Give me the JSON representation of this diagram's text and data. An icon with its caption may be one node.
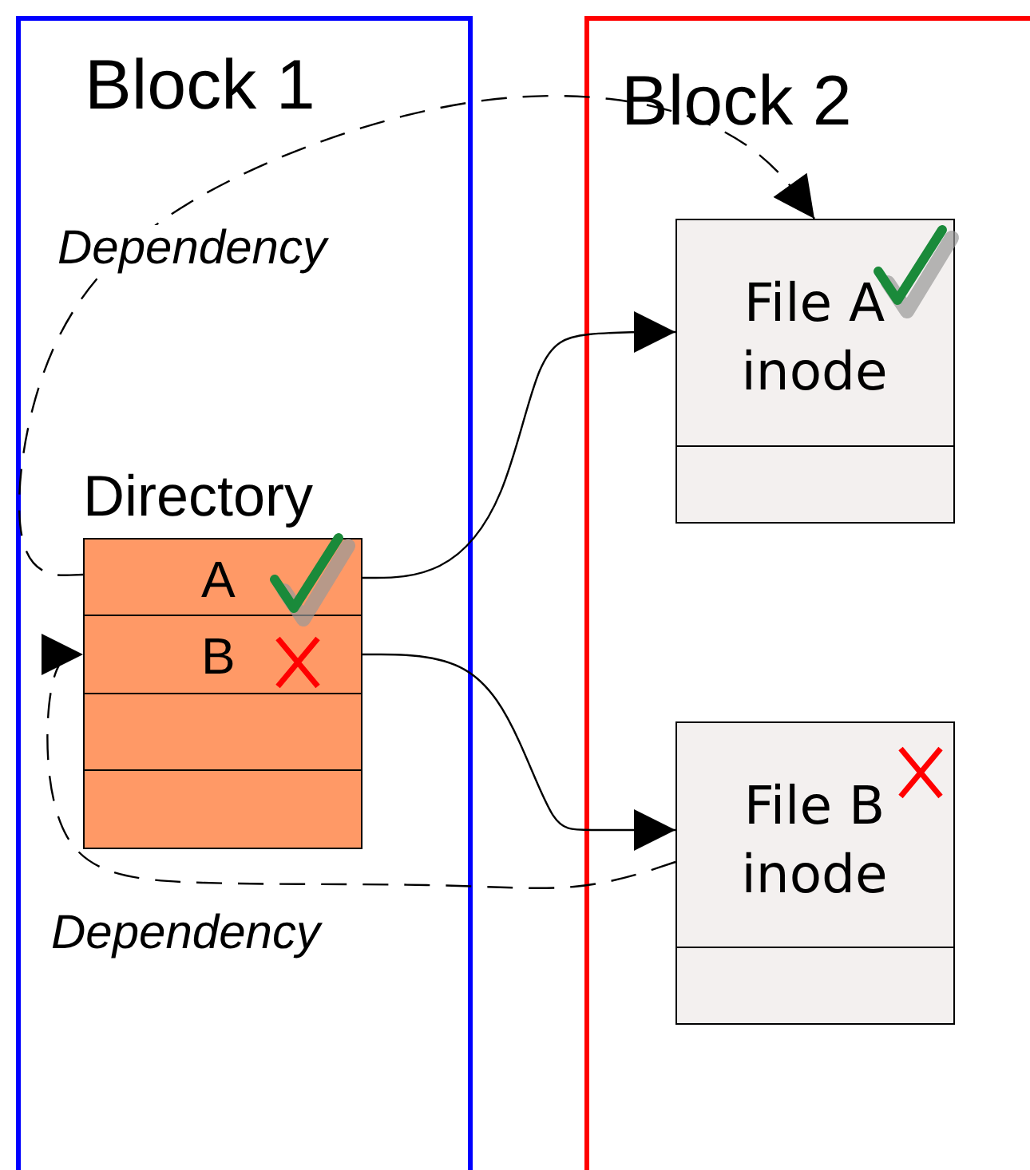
{
  "diagram": {
    "nodes": [
      {
        "text": [
          "Block 1"
        ]
      },
      {
        "text": [
          "Block 2"
        ]
      },
      {
        "text": [
          "Directory"
        ],
        "in": 0
      },
      {
        "text": [
          "A"
        ],
        "in": 2
      },
      {
        "text": [
          "B"
        ],
        "in": 2
      },
      {
        "text": [],
        "shape": "box",
        "in": 2
      },
      {
        "text": [],
        "shape": "box",
        "in": 2
      },
      {
        "text": [
          "File A inode"
        ],
        "in": 1
      },
      {
        "text": [],
        "shape": "box",
        "in": 7
      },
      {
        "text": [
          "File B inode"
        ],
        "in": 1
      },
      {
        "text": [],
        "shape": "box",
        "in": 9
      }
    ],
    "edges": [
      {
        "from": 3,
        "to": 7,
        "arrow": "to"
      },
      {
        "from": 4,
        "to": 9,
        "arrow": "to"
      },
      {
        "from": 3,
        "to": 7,
        "arrow": "to",
        "style": "dashed",
        "label": "Dependency"
      },
      {
        "from": 9,
        "to": 4,
        "arrow": "to",
        "style": "dashed",
        "label": "Dependency"
      }
    ]
  }
}
